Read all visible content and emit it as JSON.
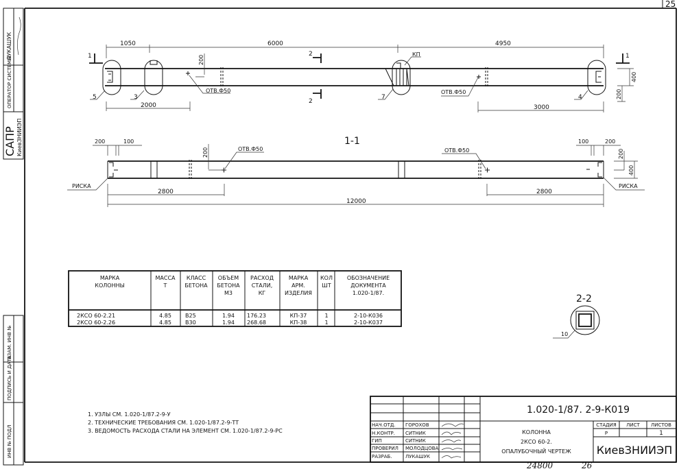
{
  "page_number": "25",
  "left_strip": {
    "author": "ЛУКАШУК",
    "operator": "ОПЕРАТОР СИСТЕМЫ",
    "sapr": "САПР",
    "org": "КиевЗНИИЭП",
    "inv_vzam": "ВЗАМ. ИНВ №",
    "signature_date": "ПОДПИСЬ И ДАТА",
    "inv_podl": "ИНВ № ПОДЛ"
  },
  "elevation": {
    "dim_top": [
      "1050",
      "6000",
      "4950"
    ],
    "dim_bottom": [
      "2000",
      "3000"
    ],
    "dim_vert_200": "200",
    "dim_right": [
      "400",
      "200"
    ],
    "hole_label": "ОТВ.Ф50",
    "kp_label": "КП",
    "section_1": "1",
    "section_2": "2",
    "callouts": [
      "5",
      "3",
      "7",
      "4"
    ]
  },
  "section_1_1": {
    "title": "1-1",
    "dim_top_left": [
      "200",
      "100"
    ],
    "dim_top_right": [
      "100",
      "200"
    ],
    "dim_vert_200": "200",
    "dim_right": [
      "200",
      "400"
    ],
    "hole_label": "ОТВ.Ф50",
    "risk_label": "РИСКА",
    "dim_2800": "2800",
    "dim_total": "12000"
  },
  "section_2_2": {
    "title": "2-2",
    "callout": "10"
  },
  "spec_table": {
    "headers": [
      [
        "МАРКА",
        "КОЛОННЫ"
      ],
      [
        "МАССА",
        "Т"
      ],
      [
        "КЛАСС",
        "БЕТОНА"
      ],
      [
        "ОБЪЕМ",
        "БЕТОНА",
        "М3"
      ],
      [
        "РАСХОД",
        "СТАЛИ,",
        "КГ"
      ],
      [
        "МАРКА",
        "АРМ.",
        "ИЗДЕЛИЯ"
      ],
      [
        "КОЛ",
        "ШТ"
      ],
      [
        "ОБОЗНАЧЕНИЕ",
        "ДОКУМЕНТА",
        "1.020-1/87."
      ]
    ],
    "rows": [
      [
        "2КСО 60-2.21",
        "4.85",
        "В25",
        "1.94",
        "176.23",
        "КП-37",
        "1",
        "2-10-К036"
      ],
      [
        "2КСО 60-2.26",
        "4.85",
        "В30",
        "1.94",
        "268.68",
        "КП-38",
        "1",
        "2-10-К037"
      ]
    ]
  },
  "notes": [
    "1. УЗЛЫ СМ. 1.020-1/87.2-9-У",
    "2. ТЕХНИЧЕСКИЕ ТРЕБОВАНИЯ СМ. 1.020-1/87.2-9-ТТ",
    "3. ВЕДОМОСТЬ РАСХОДА СТАЛИ НА ЭЛЕМЕНТ СМ. 1.020-1/87.2-9-РС"
  ],
  "title_block": {
    "code": "1.020-1/87.  2-9-К019",
    "roles": [
      {
        "role": "НАЧ.ОТД.",
        "name": "ГОРОХОВ"
      },
      {
        "role": "Н.КОНТР.",
        "name": "СИТНИК"
      },
      {
        "role": "ГИП",
        "name": "СИТНИК"
      },
      {
        "role": "ПРОВЕРИЛ",
        "name": "МОЛОДЦОВА"
      },
      {
        "role": "РАЗРАБ.",
        "name": "ЛУКАШУК"
      }
    ],
    "name_lines": [
      "КОЛОННА",
      "2КСО 60-2.",
      "ОПАЛУБОЧНЫЙ ЧЕРТЕЖ"
    ],
    "stage_header": "СТАДИЯ",
    "sheet_header": "ЛИСТ",
    "sheets_header": "ЛИСТОВ",
    "stage": "Р",
    "sheet": "",
    "sheets": "1",
    "organization": "КиевЗНИИЭП"
  },
  "handwritten": [
    "24800",
    "26"
  ]
}
